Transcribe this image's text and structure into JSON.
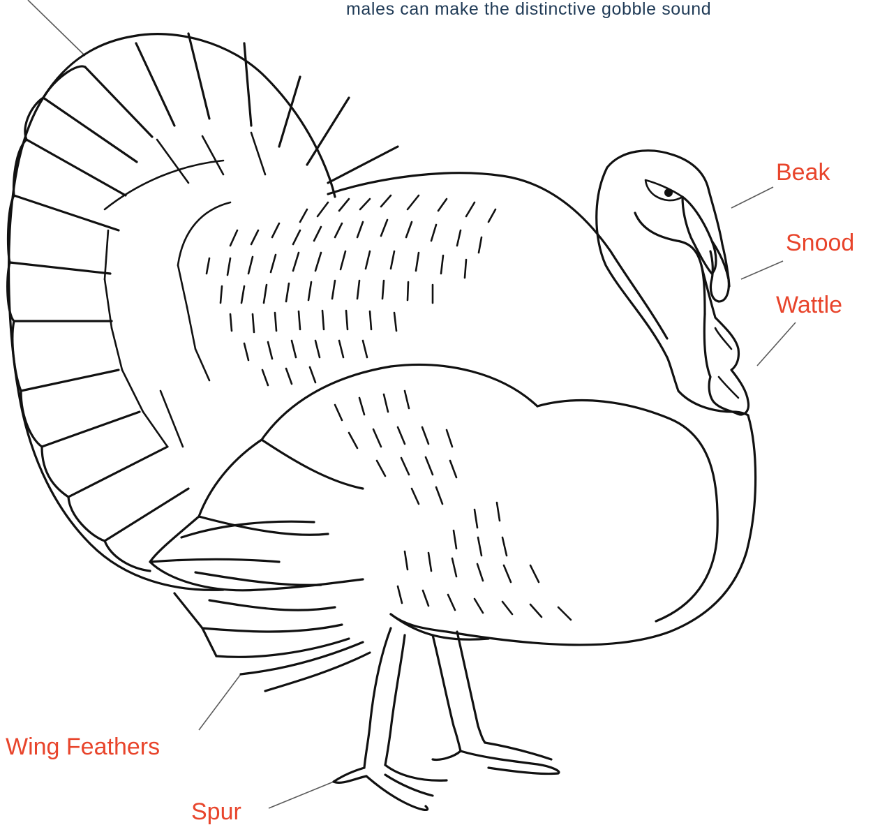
{
  "caption": "males can make the distinctive gobble sound",
  "labels": {
    "beak": "Beak",
    "snood": "Snood",
    "wattle": "Wattle",
    "wing_feathers": "Wing Feathers",
    "spur": "Spur"
  },
  "colors": {
    "label": "#e8442b",
    "caption": "#1f3a56",
    "ink": "#111111",
    "leader": "#5a5a5a"
  }
}
